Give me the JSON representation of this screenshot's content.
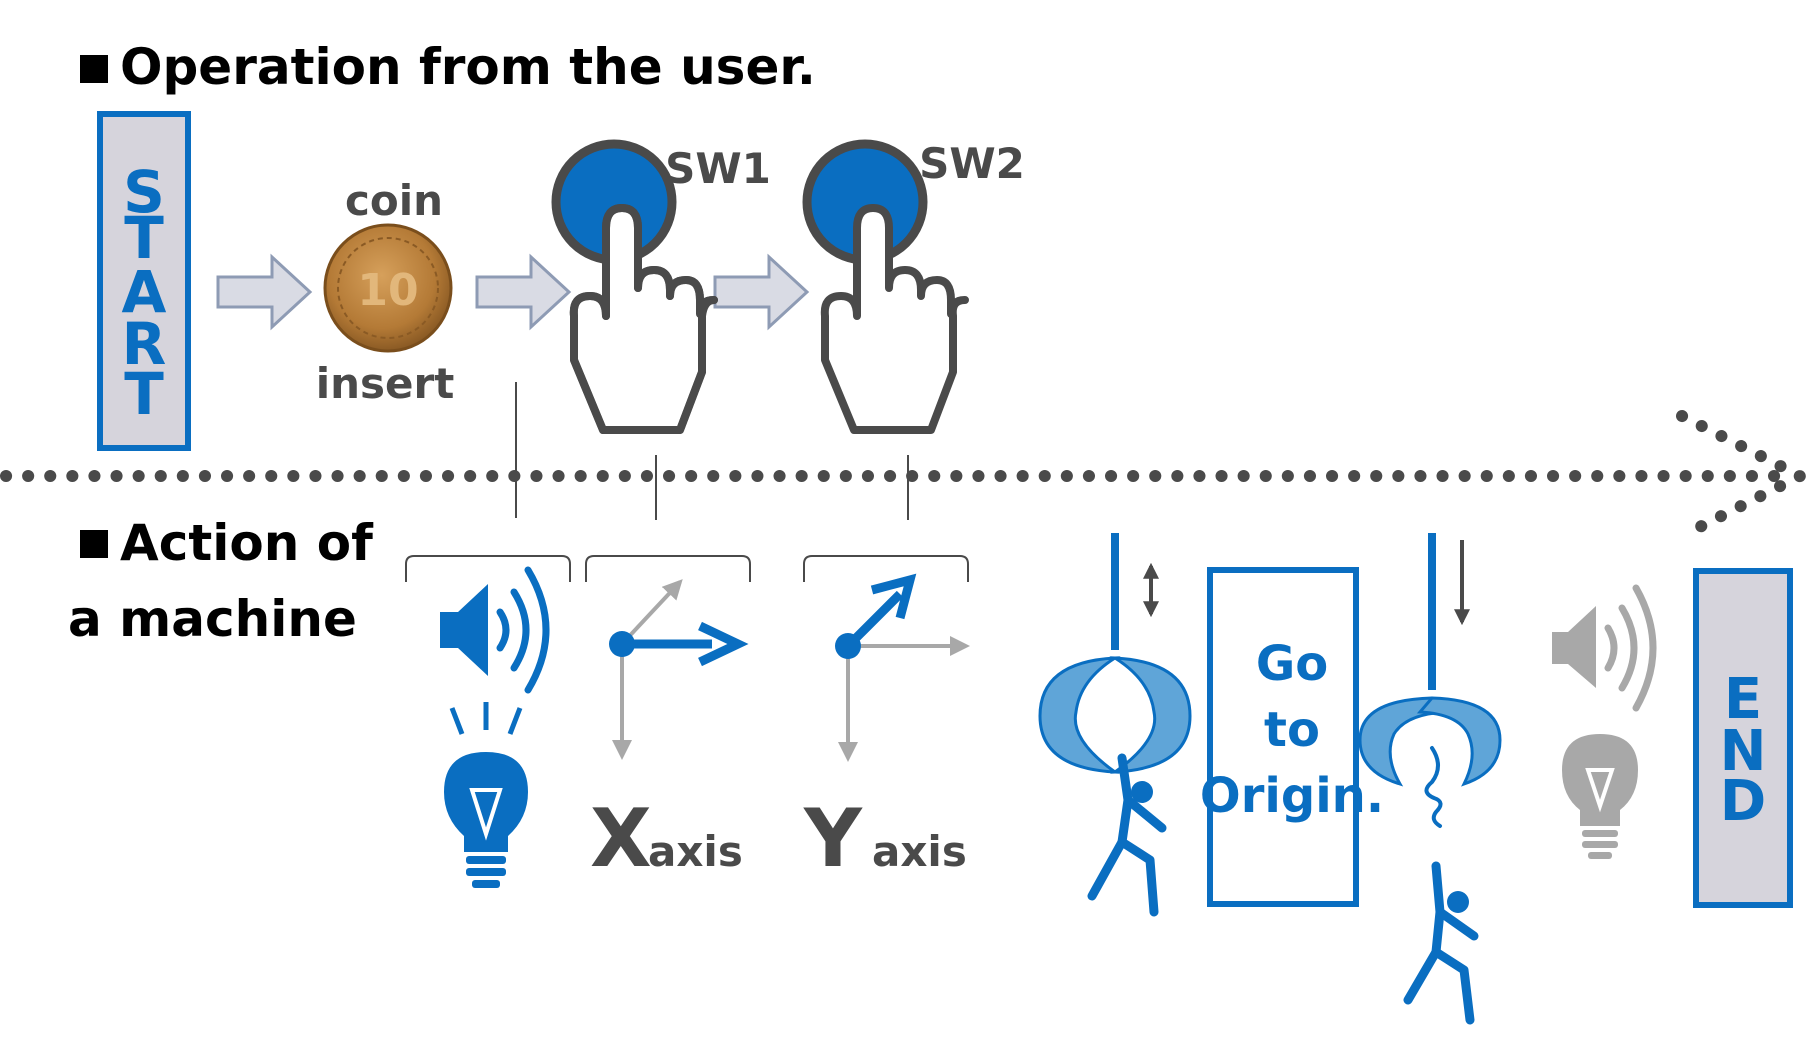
{
  "headings": {
    "user_operation": "Operation from the user.",
    "machine_action_line1": "Action of",
    "machine_action_line2": "a machine"
  },
  "start_box": {
    "letters": [
      "S",
      "T",
      "A",
      "R",
      "T"
    ]
  },
  "end_box": {
    "letters": [
      "E",
      "N",
      "D"
    ]
  },
  "coin": {
    "label_top": "coin",
    "label_bottom": "insert",
    "face_value": "10"
  },
  "switches": {
    "sw1": "SW1",
    "sw2": "SW2"
  },
  "axes": {
    "x_big": "X",
    "x_small": "axis",
    "y_big": "Y",
    "y_small": "axis"
  },
  "origin_box": {
    "line1": "Go",
    "line2": "to",
    "line3": "Origin."
  },
  "colors": {
    "blue": "#0a6ec1",
    "light_blue": "#5fa5d8",
    "gray": "#a8a8a8",
    "dark_gray": "#4a4a4a",
    "box_fill": "#d6d4dc",
    "arrow_fill": "#d9dbe4",
    "arrow_stroke": "#8e9bb4",
    "coin": "#b47a36"
  }
}
